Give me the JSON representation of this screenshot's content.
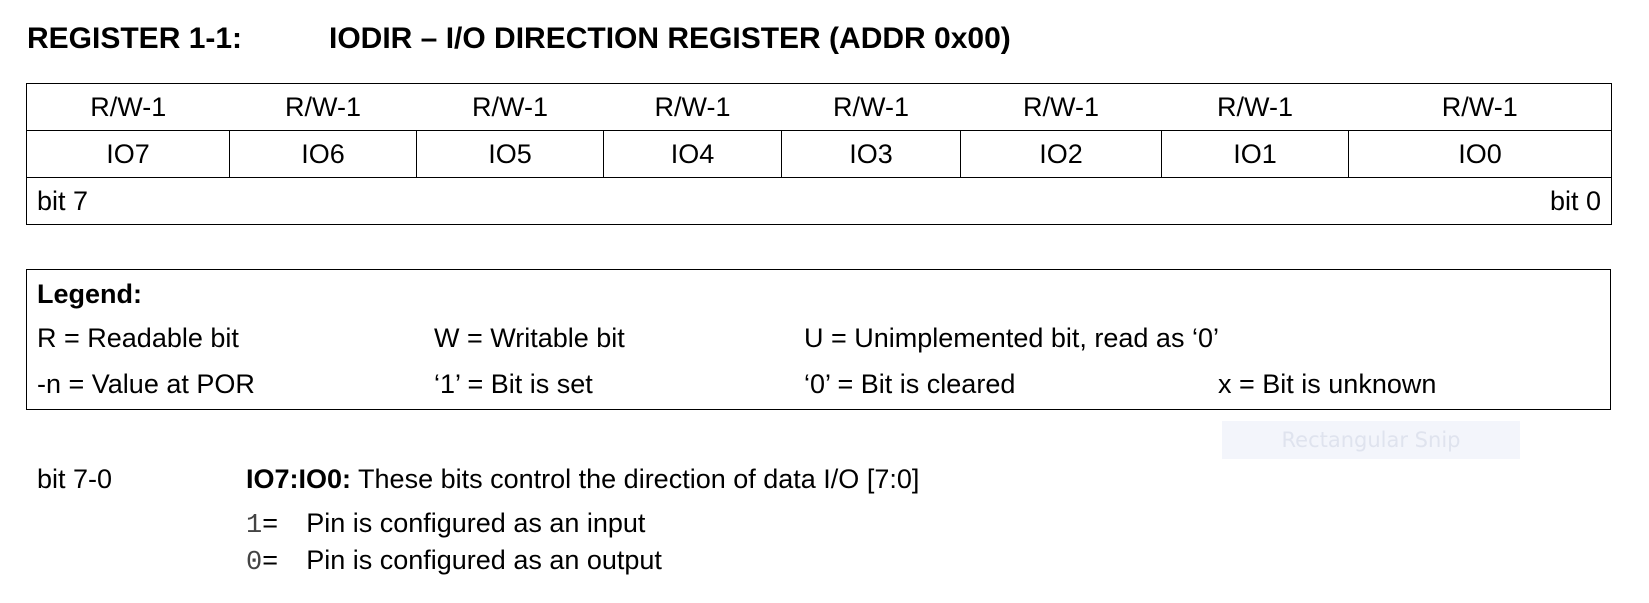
{
  "title": {
    "register_label": "REGISTER 1-1:",
    "register_name": "IODIR – I/O DIRECTION REGISTER (ADDR 0x00)"
  },
  "register": {
    "access": [
      "R/W-1",
      "R/W-1",
      "R/W-1",
      "R/W-1",
      "R/W-1",
      "R/W-1",
      "R/W-1",
      "R/W-1"
    ],
    "bits": [
      "IO7",
      "IO6",
      "IO5",
      "IO4",
      "IO3",
      "IO2",
      "IO1",
      "IO0"
    ],
    "msb_label": "bit 7",
    "lsb_label": "bit 0"
  },
  "legend": {
    "title": "Legend:",
    "readable": "R = Readable bit",
    "writable": "W = Writable bit",
    "unimplemented": "U = Unimplemented bit, read as ‘0’",
    "por": "-n = Value at POR",
    "set": "‘1’ = Bit is set",
    "cleared": "‘0’ = Bit is cleared",
    "unknown": "x = Bit is unknown"
  },
  "snip_overlay": "Rectangular Snip",
  "description": {
    "bits": "bit 7-0",
    "field": "IO7:IO0:",
    "text": " These bits control the direction of data I/O [7:0]",
    "options": [
      {
        "value": "1",
        "eq": " = ",
        "meaning": "Pin is configured as an input"
      },
      {
        "value": "0",
        "eq": " = ",
        "meaning": "Pin is configured as an output"
      }
    ]
  }
}
